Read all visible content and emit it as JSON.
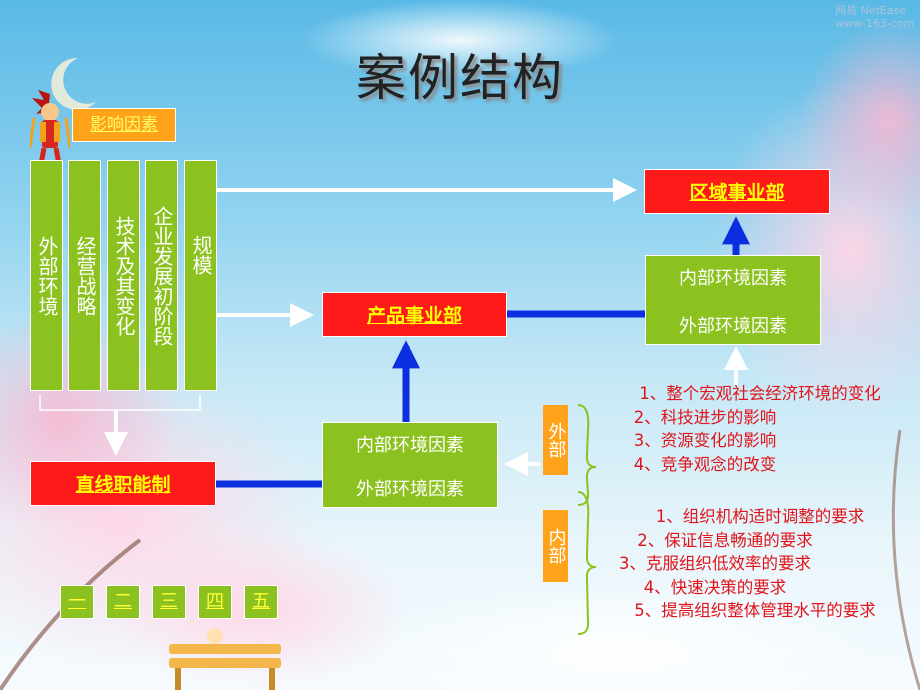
{
  "title": "案例结构",
  "watermark": "网易 NetEase www-163-com",
  "influence_label": "影响因素",
  "factors": [
    "外部环境",
    "经营战略",
    "技术及其变化",
    "企业发展初阶段",
    "规模"
  ],
  "nodes": {
    "regional": "区域事业部",
    "product": "产品事业部",
    "direct": "直线职能制"
  },
  "env_box": {
    "internal": "内部环境因素",
    "external": "外部环境因素"
  },
  "side_labels": {
    "external": "外部",
    "internal": "内部"
  },
  "external_factors": [
    "1、整个宏观社会经济环境的变化",
    "2、科技进步的影响",
    "3、资源变化的影响",
    "4、竞争观念的改变"
  ],
  "internal_factors": [
    "1、组织机构适时调整的要求",
    "2、保证信息畅通的要求",
    "3、克服组织低效率的要求",
    "4、快速决策的要求",
    "5、提高组织整体管理水平的要求"
  ],
  "nav": [
    "一",
    "二",
    "三",
    "四",
    "五"
  ],
  "colors": {
    "green": "#8cc21f",
    "red": "#ff1a1a",
    "orange": "#ffa31a",
    "blue": "#0a2ee0",
    "red_text": "#e0141a"
  }
}
